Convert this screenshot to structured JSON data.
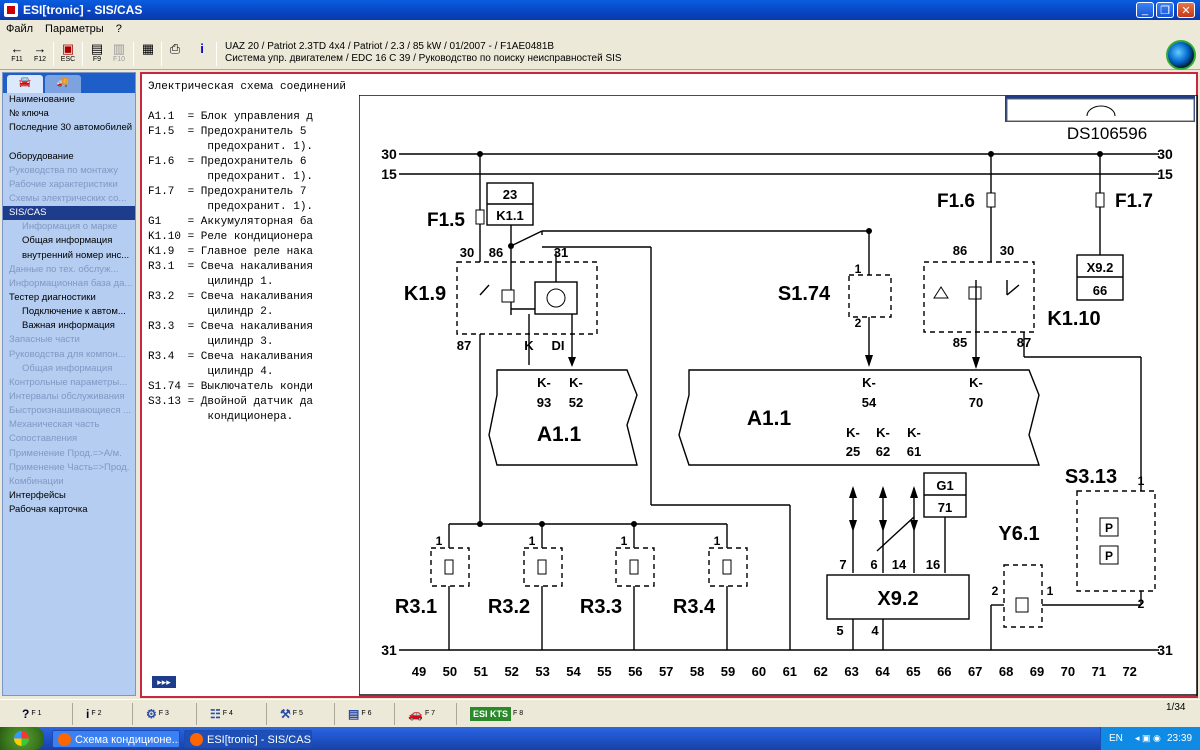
{
  "window": {
    "title": "ESI[tronic] - SIS/CAS"
  },
  "menu": [
    "Файл",
    "Параметры",
    "?"
  ],
  "toolbar": {
    "buttons": [
      {
        "glyph": "←",
        "key": "F11"
      },
      {
        "glyph": "→",
        "key": "F12"
      },
      {
        "glyph": "▣",
        "key": "ESC"
      },
      {
        "glyph": "▤",
        "key": "F9"
      },
      {
        "glyph": "▥",
        "key": "F10"
      },
      {
        "glyph": "▦",
        "key": ""
      },
      {
        "glyph": "⎙",
        "key": ""
      },
      {
        "glyph": "i",
        "key": ""
      }
    ],
    "vehicle_line1": "UAZ 20 / Patriot 2.3TD 4x4 / Patriot / 2.3 / 85 kW / 01/2007 -  / F1AE0481B",
    "vehicle_line2": "Система упр. двигателем / EDC 16 C 39 / Руководство по поиску неисправностей SIS"
  },
  "sidebar": {
    "items": [
      {
        "label": "Наименование",
        "state": "normal"
      },
      {
        "label": "№ ключа",
        "state": "normal"
      },
      {
        "label": "Последние 30 автомобилей",
        "state": "normal"
      },
      {
        "label": "",
        "state": "gap"
      },
      {
        "label": "Оборудование",
        "state": "normal"
      },
      {
        "label": "Руководства по монтажу",
        "state": "dis"
      },
      {
        "label": "Рабочие характеристики",
        "state": "dis"
      },
      {
        "label": "Схемы электрических со...",
        "state": "dis"
      },
      {
        "label": "SIS/CAS",
        "state": "sel"
      },
      {
        "label": "Информация о марке",
        "state": "dis-sub"
      },
      {
        "label": "Общая информация",
        "state": "sub"
      },
      {
        "label": "внутренний номер инс...",
        "state": "sub"
      },
      {
        "label": "Данные по тех. обслуж...",
        "state": "dis"
      },
      {
        "label": "Информационная база да...",
        "state": "dis"
      },
      {
        "label": "Тестер диагностики",
        "state": "normal"
      },
      {
        "label": "Подключение к автом...",
        "state": "sub"
      },
      {
        "label": "Важная информация",
        "state": "sub"
      },
      {
        "label": "Запасные части",
        "state": "dis"
      },
      {
        "label": "Руководства для компон...",
        "state": "dis"
      },
      {
        "label": "Общая информация",
        "state": "dis-sub"
      },
      {
        "label": "Контрольные параметры...",
        "state": "dis"
      },
      {
        "label": "Интервалы обслуживания",
        "state": "dis"
      },
      {
        "label": "Быстроизнашивающиеся ...",
        "state": "dis"
      },
      {
        "label": "Механическая часть",
        "state": "dis"
      },
      {
        "label": "Сопоставления",
        "state": "dis"
      },
      {
        "label": "Применение Прод.=>А/м.",
        "state": "dis"
      },
      {
        "label": "Применение Часть=>Прод.",
        "state": "dis"
      },
      {
        "label": "Комбинации",
        "state": "dis"
      },
      {
        "label": "Интерфейсы",
        "state": "normal"
      },
      {
        "label": "Рабочая карточка",
        "state": "normal"
      }
    ]
  },
  "content": {
    "heading": "Электрическая схема соединений",
    "legend": [
      "A1.1  = Блок управления д",
      "F1.5  = Предохранитель 5",
      "         предохранит. 1).",
      "F1.6  = Предохранитель 6",
      "         предохранит. 1).",
      "F1.7  = Предохранитель 7",
      "         предохранит. 1).",
      "G1    = Аккумуляторная ба",
      "K1.10 = Реле кондиционера",
      "K1.9  = Главное реле нака",
      "R3.1  = Свеча накаливания",
      "         цилиндр 1.",
      "R3.2  = Свеча накаливания",
      "         цилиндр 2.",
      "R3.3  = Свеча накаливания",
      "         цилиндр 3.",
      "R3.4  = Свеча накаливания",
      "         цилиндр 4.",
      "S1.74 = Выключатель конди",
      "S3.13 = Двойной датчик да",
      "         кондиционера."
    ],
    "legend_blank_after": [
      0,
      6,
      9,
      17
    ]
  },
  "diagram": {
    "id": "DS106596",
    "rails": {
      "r30": "30",
      "r15": "15",
      "r31": "31"
    },
    "labels": {
      "F15": "F1.5",
      "F16": "F1.6",
      "F17": "F1.7",
      "K19": "K1.9",
      "K110": "K1.10",
      "S174": "S1.74",
      "S313": "S3.13",
      "Y61": "Y6.1",
      "G1": "G1",
      "G1n": "71",
      "A11a": "A1.1",
      "A11b": "A1.1",
      "X92": "X9.2",
      "X92b": "X9.2",
      "X92bn": "66",
      "F15box1": "23",
      "F15box2": "K1.1",
      "R31": "R3.1",
      "R32": "R3.2",
      "R33": "R3.3",
      "R34": "R3.4",
      "p30": "30",
      "p86": "86",
      "p31": "31",
      "p87": "87",
      "pK": "K",
      "pDI": "DI",
      "q86": "86",
      "q30": "30",
      "q85": "85",
      "q87": "87",
      "s1": "1",
      "s2": "2",
      "ka93": "K-",
      "ka52": "K-",
      "n93": "93",
      "n52": "52",
      "kb54": "K-",
      "kb70": "K-",
      "n54": "54",
      "n70": "70",
      "kb25": "K-",
      "kb62": "K-",
      "kb61": "K-",
      "n25": "25",
      "n62": "62",
      "n61": "61",
      "x7": "7",
      "x6": "6",
      "x14": "14",
      "x16": "16",
      "x5": "5",
      "x4": "4",
      "r1a": "1",
      "r1b": "1",
      "r1c": "1",
      "r1d": "1",
      "s313_1": "1",
      "s313_2": "2",
      "y2": "2",
      "y1": "1",
      "pbox1": "P",
      "pbox2": "P"
    },
    "bottom_numbers": [
      "49",
      "50",
      "51",
      "52",
      "53",
      "54",
      "55",
      "56",
      "57",
      "58",
      "59",
      "60",
      "61",
      "62",
      "63",
      "64",
      "65",
      "66",
      "67",
      "68",
      "69",
      "70",
      "71",
      "72"
    ]
  },
  "nav": {
    "next": "▸▸▸"
  },
  "fkeys": [
    {
      "glyph": "?",
      "key": "F 1"
    },
    {
      "glyph": "i",
      "key": "F 2"
    },
    {
      "glyph": "⚙",
      "key": "F 3"
    },
    {
      "glyph": "☷",
      "key": "F 4"
    },
    {
      "glyph": "⚒",
      "key": "F 5"
    },
    {
      "glyph": "▤",
      "key": "F 6"
    },
    {
      "glyph": "🚗",
      "key": "F 7"
    },
    {
      "glyph": "ESI KTS",
      "key": "F 8"
    }
  ],
  "pager": "1/34",
  "taskbar": {
    "tasks": [
      "Схема кондиционе...",
      "ESI[tronic] - SIS/CAS"
    ],
    "lang": "EN",
    "clock": "23:39"
  }
}
